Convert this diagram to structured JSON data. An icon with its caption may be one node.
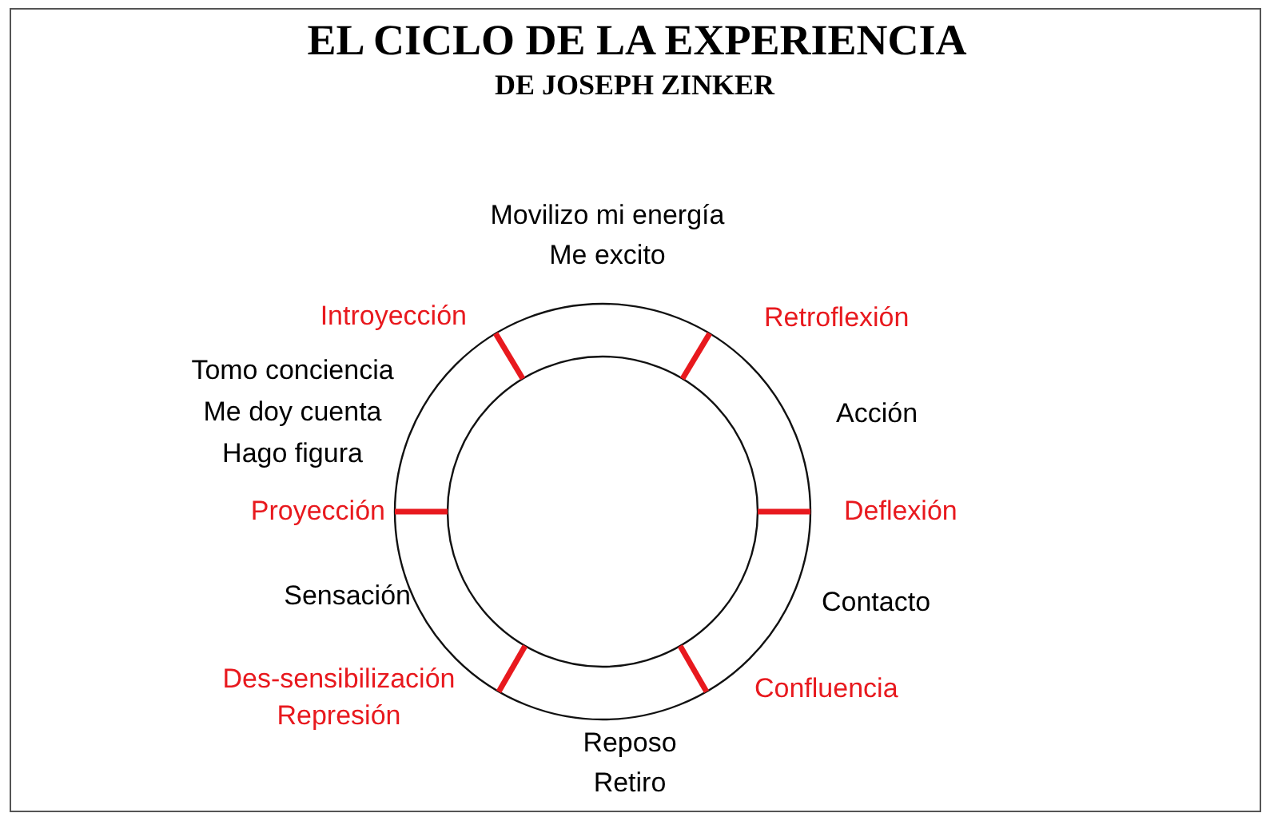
{
  "diagram": {
    "title": "EL CICLO DE LA EXPERIENCIA",
    "labels": [
      "DE JOSEPH ZINKER",
      "Movilizo mi energía",
      "Me excito",
      "Introyección",
      "Retroflexión",
      "Tomo conciencia",
      "Me doy cuenta",
      "Acción",
      "Hago figura",
      "Proyección",
      "Deflexión",
      "Sensación",
      "Contacto",
      "Des-sensibilización",
      "Confluencia",
      "Represión",
      "Reposo",
      "Retiro"
    ]
  }
}
